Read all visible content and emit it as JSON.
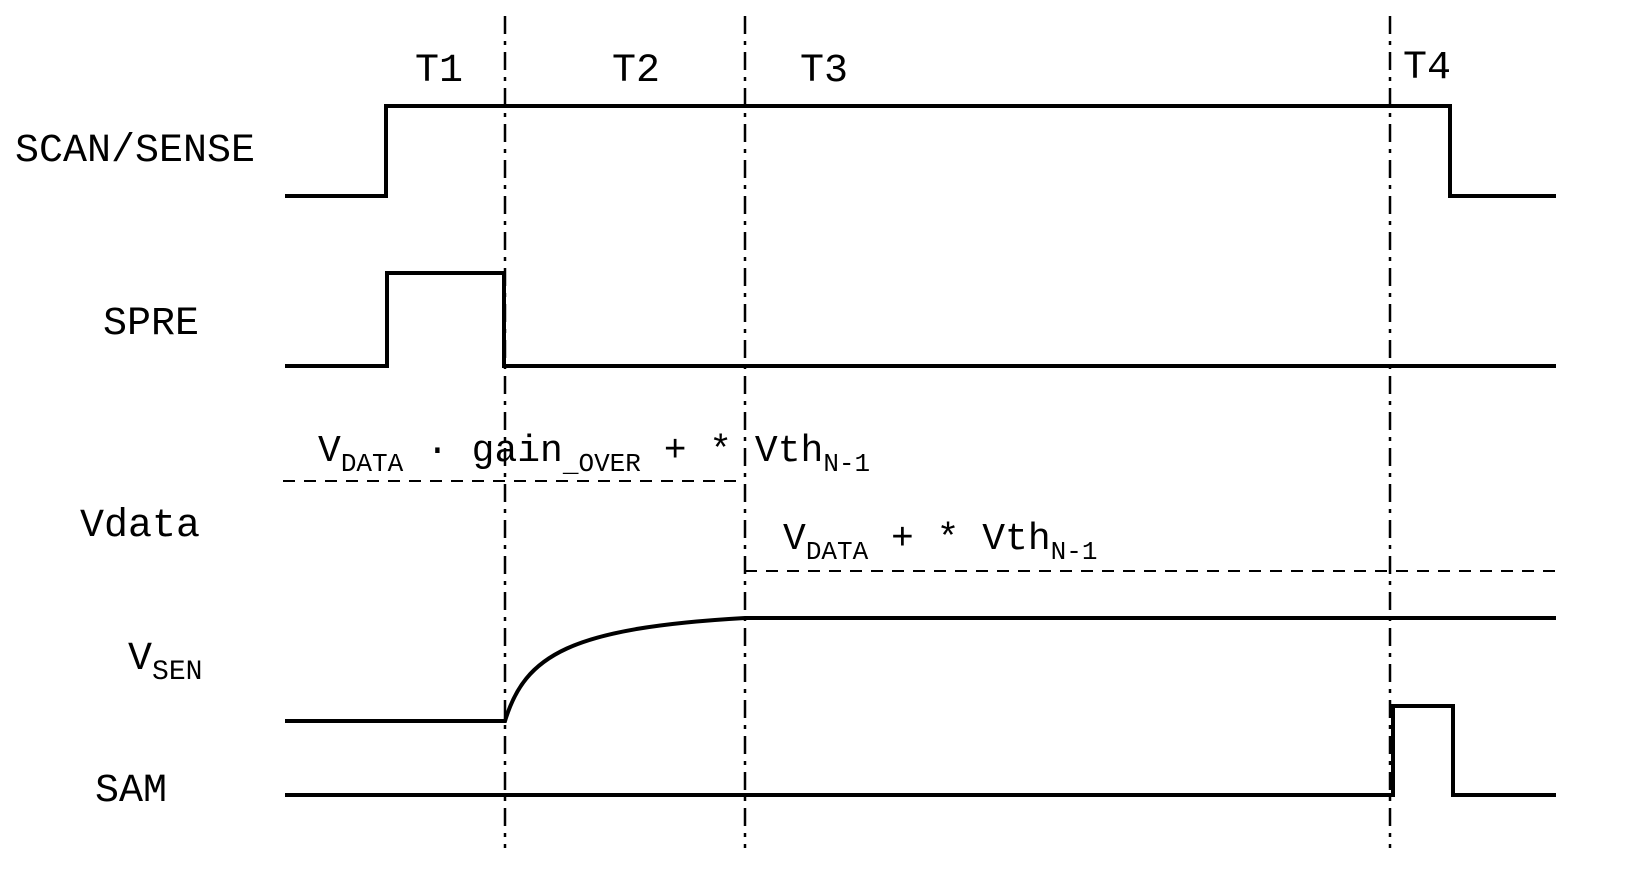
{
  "diagram": {
    "periods": {
      "t1": "T1",
      "t2": "T2",
      "t3": "T3",
      "t4": "T4"
    },
    "signals": {
      "scan_sense": "SCAN/SENSE",
      "spre": "SPRE",
      "vdata": "Vdata",
      "vsen": {
        "base": "V",
        "sub": "SEN"
      },
      "sam": "SAM"
    },
    "annotations": {
      "level1": {
        "p1": "V",
        "p1_sub": "DATA",
        "p2": " · gain",
        "p2_sub": "_OVER",
        "p3": " + * Vth",
        "p3_sub": "N-1"
      },
      "level2": {
        "p1": "V",
        "p1_sub": "DATA",
        "p2": " + * Vth",
        "p2_sub": "N-1"
      }
    },
    "colors": {
      "line": "#000000",
      "background": "#ffffff"
    }
  }
}
